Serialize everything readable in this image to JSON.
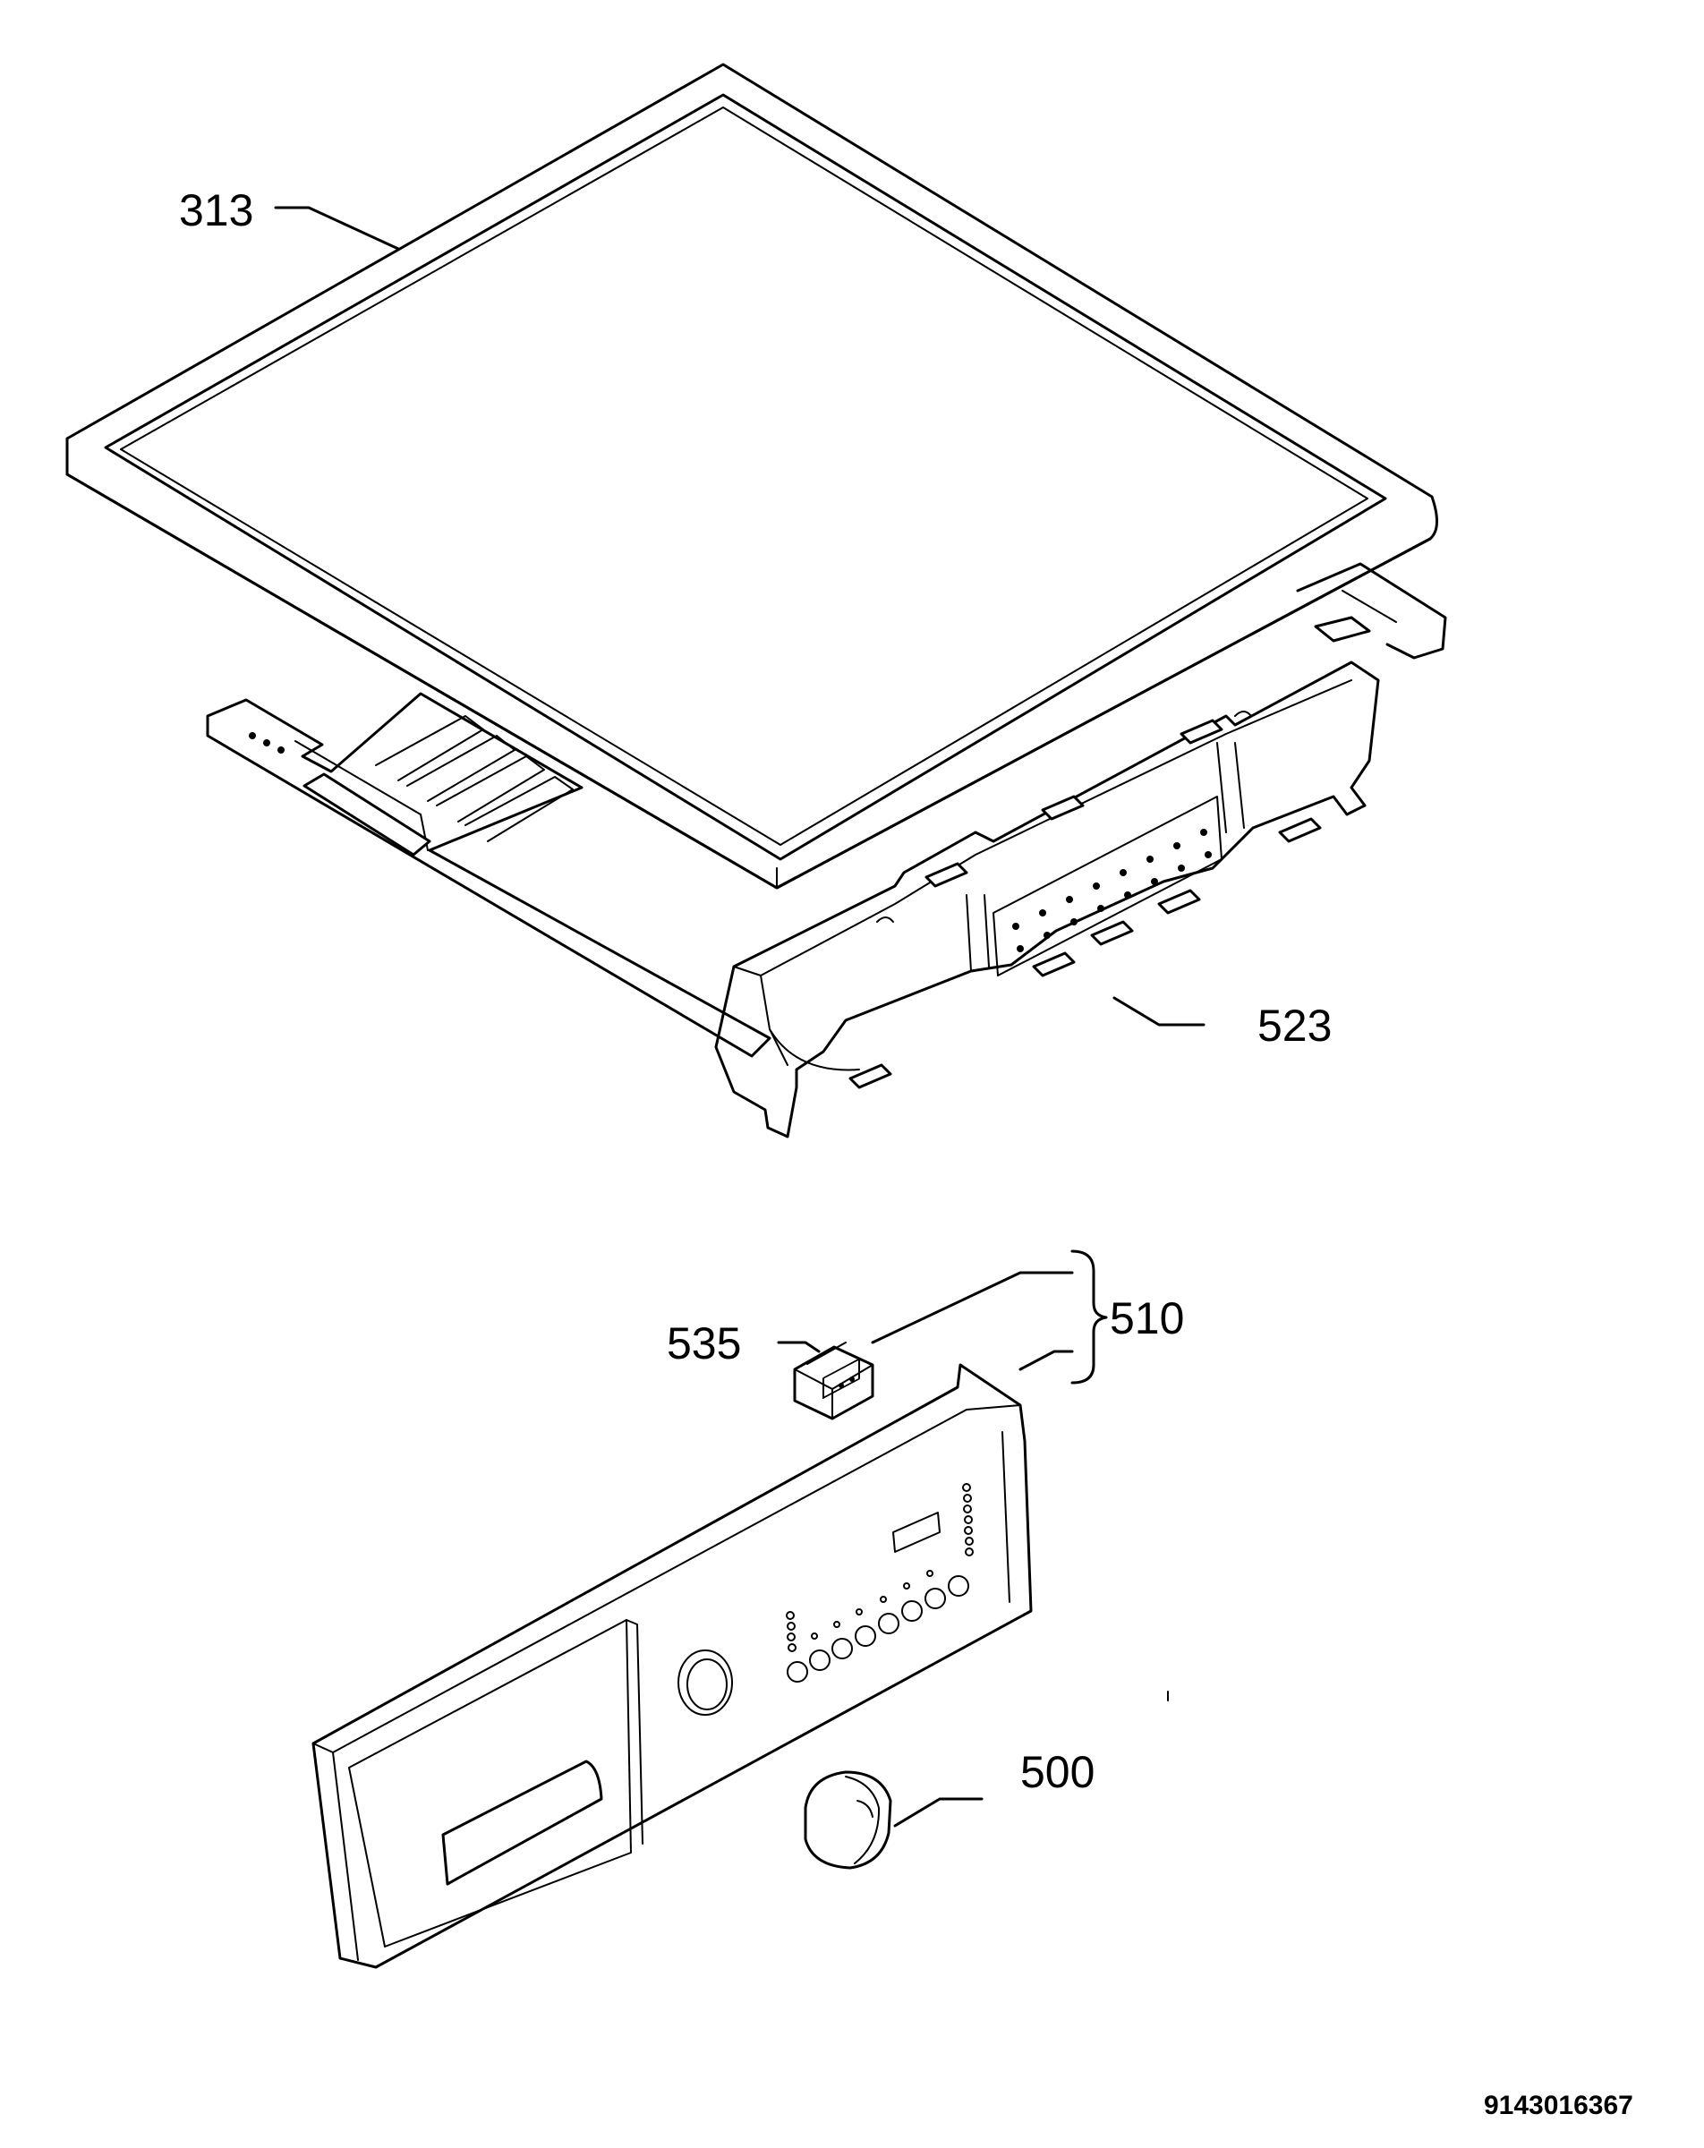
{
  "callouts": {
    "lid": "313",
    "frame": "523",
    "module": "535",
    "group": "510",
    "knob": "500"
  },
  "document_number": "9143016367"
}
